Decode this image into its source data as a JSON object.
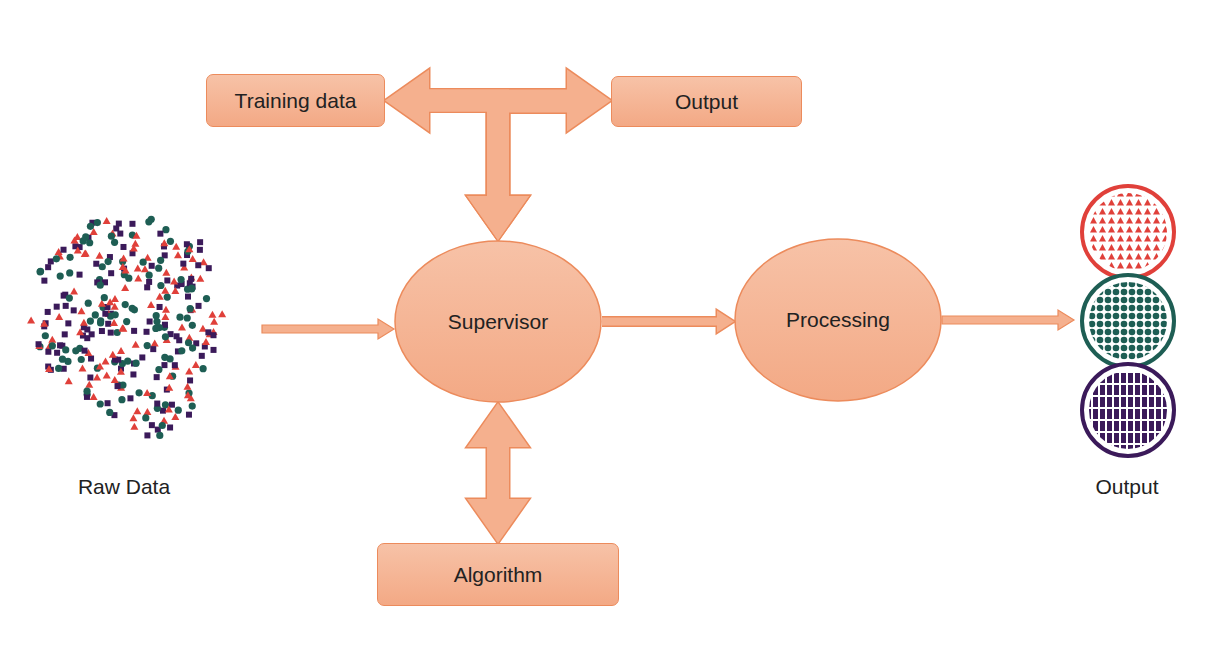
{
  "diagram": {
    "nodes": [
      {
        "text": [
          "Training data"
        ]
      },
      {
        "text": [
          "Output"
        ]
      },
      {
        "text": [
          "Supervisor"
        ]
      },
      {
        "text": [
          "Processing"
        ]
      },
      {
        "text": [
          "Algorithm"
        ]
      }
    ],
    "edges": [
      {
        "from": 0,
        "to": 1,
        "arrow": "both"
      },
      {
        "from": 0,
        "to": 2,
        "arrow": "to"
      },
      {
        "from": 1,
        "to": 2,
        "arrow": "to"
      },
      {
        "from": 2,
        "to": 3,
        "arrow": "to"
      },
      {
        "from": 2,
        "to": 4,
        "arrow": "both"
      }
    ],
    "labels": [
      "Raw Data",
      "Output"
    ]
  }
}
